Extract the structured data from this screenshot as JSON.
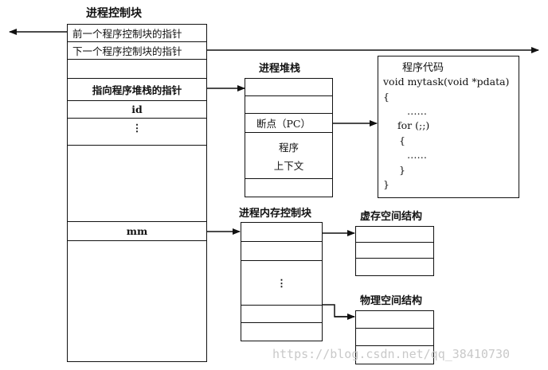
{
  "pcb": {
    "title": "进程控制块",
    "prev_ptr": "前一个程序控制块的指针",
    "next_ptr": "下一个程序控制块的指针",
    "stack_ptr": "指向程序堆栈的指针",
    "id": "id",
    "dots": "⋮",
    "mm": "mm"
  },
  "stack": {
    "title": "进程堆栈",
    "breakpoint": "断点（PC）",
    "context_line1": "程序",
    "context_line2": "上下文"
  },
  "code": {
    "title": "程序代码",
    "lines": [
      "void mytask(void *pdata)",
      "{",
      "……",
      "for (;;)",
      "{",
      "……",
      "}",
      "}"
    ]
  },
  "memctl": {
    "title": "进程内存控制块",
    "dots": "⋮"
  },
  "vspace": {
    "title": "虚存空间结构"
  },
  "pspace": {
    "title": "物理空间结构"
  },
  "watermark": "https://blog.csdn.net/qq_38410730"
}
